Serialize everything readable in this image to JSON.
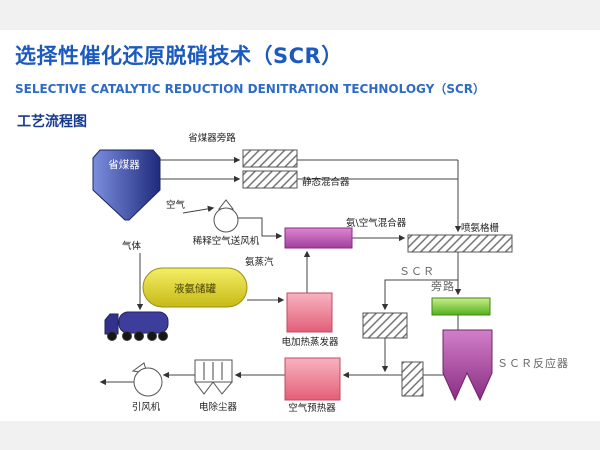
{
  "page": {
    "title": "选择性催化还原脱硝技术（SCR）",
    "subtitle": "SELECTIVE CATALYTIC REDUCTION DENITRATION TECHNOLOGY（SCR）",
    "section_label": "工艺流程图"
  },
  "colors": {
    "title_blue": "#1b5abe",
    "subtitle_blue": "#2e6bc6",
    "section_navy": "#173a8e",
    "economizer_blue": "#2c3b8f",
    "mixer_magenta": "#bb54ae",
    "tank_yellow": "#e8df3a",
    "evaporator_pink": "#ee8095",
    "scr_inlet_green": "#7cc93e",
    "scr_reactor_purple": "#a84b9e",
    "truck_blue": "#3d3d9c",
    "line_gray": "#444444"
  },
  "diagram": {
    "labels": {
      "economizer_bypass": "省煤器旁路",
      "static_mixer": "静态混合器",
      "economizer": "省煤器",
      "air": "空气",
      "dilution_fan": "稀释空气送风机",
      "ammonia_air_mixer": "氨\\空气混合器",
      "aig": "喷氨格栅",
      "ammonia_vapor": "氨蒸汽",
      "gas": "气体",
      "ammonia_tank": "液氨储罐",
      "evaporator": "电加热蒸发器",
      "scr_bypass_line1": "ＳＣＲ",
      "scr_bypass_line2": "旁路",
      "scr_reactor": "ＳＣＲ反应器",
      "air_preheater": "空气预热器",
      "esp": "电除尘器",
      "id_fan": "引风机"
    }
  }
}
